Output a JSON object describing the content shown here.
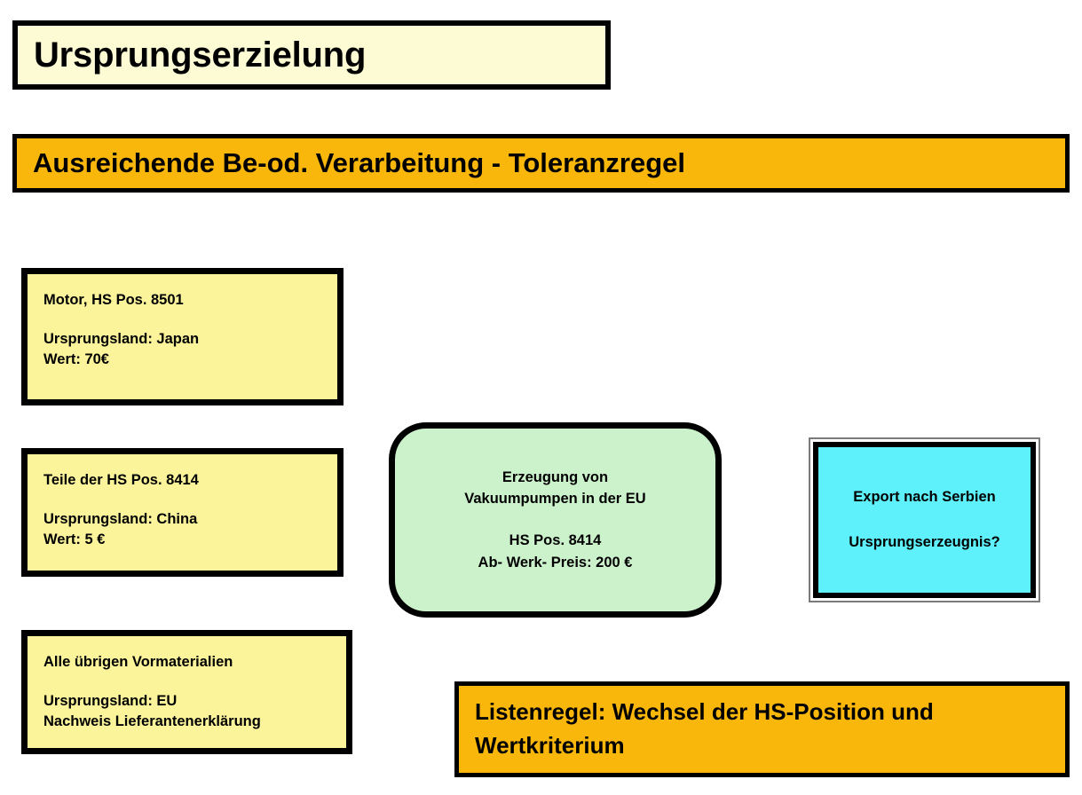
{
  "slide": {
    "title": "Ursprungserzielung",
    "header": "Ausreichende Be-od. Verarbeitung - Toleranzregel"
  },
  "materials": [
    {
      "name": "Motor, HS Pos. 8501",
      "origin": "Ursprungsland: Japan",
      "value": "Wert: 70€"
    },
    {
      "name": "Teile der HS Pos. 8414",
      "origin": "Ursprungsland: China",
      "value": "Wert: 5 €"
    },
    {
      "name": "Alle übrigen Vormaterialien",
      "origin": "Ursprungsland: EU",
      "value": "Nachweis Lieferantenerklärung"
    }
  ],
  "process": {
    "line1": "Erzeugung von",
    "line2": "Vakuumpumpen in der EU",
    "line3": "HS Pos. 8414",
    "line4": "Ab- Werk- Preis: 200 €"
  },
  "export": {
    "line1": "Export nach Serbien",
    "line2": "Ursprungserzeugnis?"
  },
  "rule": {
    "line1": "Listenregel: Wechsel der HS-Position und",
    "line2": "Wertkriterium"
  },
  "colors": {
    "title_fill": "#fcfbd4",
    "header_fill": "#fab70b",
    "material_fill": "#fbf49a",
    "process_fill": "#ccf2cb",
    "export_fill": "#5ef0fb",
    "rule_fill": "#fab70b",
    "border": "#000000",
    "background": "#ffffff"
  }
}
